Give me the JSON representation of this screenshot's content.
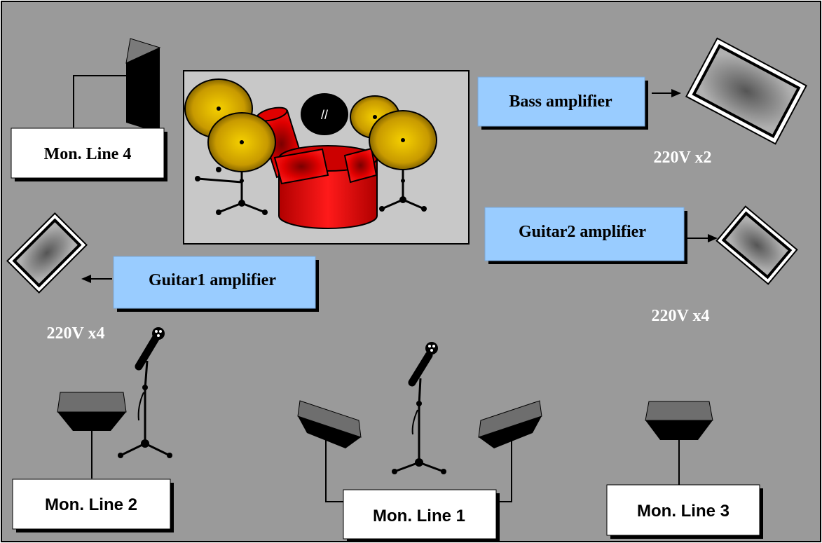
{
  "drum_kit": {
    "tom_marking": "//"
  },
  "amplifiers": {
    "bass": {
      "label": "Bass amplifier",
      "power": "220V x2"
    },
    "guitar2": {
      "label": "Guitar2 amplifier",
      "power": "220V x4"
    },
    "guitar1": {
      "label": "Guitar1 amplifier",
      "power": "220V x4"
    }
  },
  "monitors": {
    "line1": "Mon. Line 1",
    "line2": "Mon. Line 2",
    "line3": "Mon. Line 3",
    "line4": "Mon. Line 4"
  },
  "colors": {
    "stage_floor": "#9a9a9a",
    "amp_label_bg": "#99ccff",
    "monitor_label_bg": "#ffffff",
    "drum_red": "#e00000",
    "cymbal_gold": "#c8a000"
  }
}
